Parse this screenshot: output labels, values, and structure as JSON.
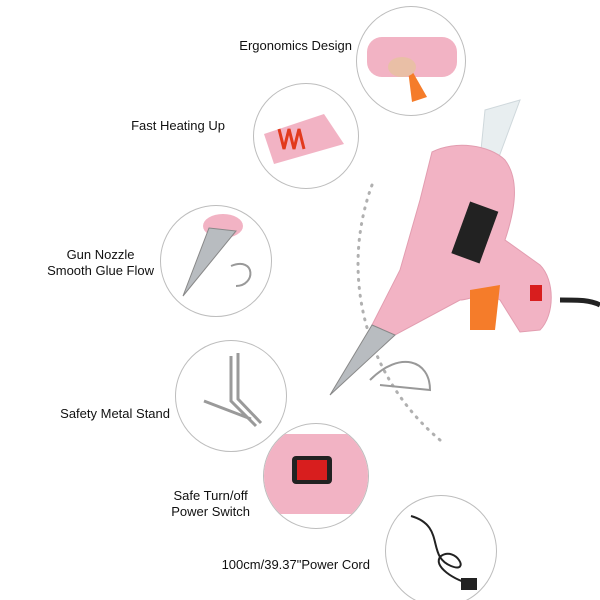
{
  "features": [
    {
      "label": "Ergonomics Design"
    },
    {
      "label": "Fast Heating Up"
    },
    {
      "label": "Gun Nozzle",
      "label2": "Smooth Glue Flow"
    },
    {
      "label": "Safety Metal Stand"
    },
    {
      "label": "Safe Turn/off",
      "label2": "Power Switch"
    },
    {
      "label": "100cm/39.37\"Power Cord"
    }
  ],
  "colors": {
    "gun_pink": "#f2b3c4",
    "trigger_orange": "#f57c2a",
    "switch_red": "#d81e1e",
    "dotted_arc": "#b0b0b0"
  }
}
